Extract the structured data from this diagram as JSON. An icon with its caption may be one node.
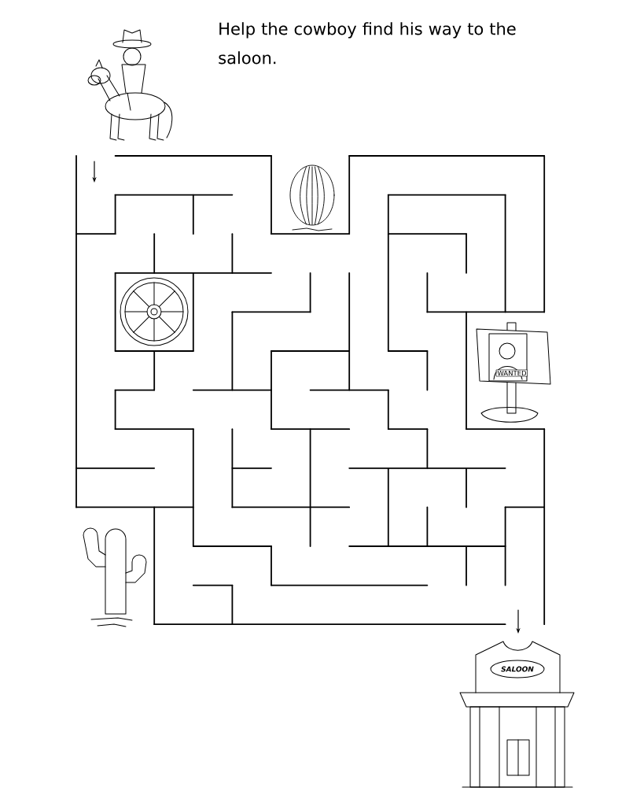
{
  "diagram": {
    "title": "Help the cowboy find his way to the saloon.",
    "labels": [
      "WANTED",
      "SALOON"
    ]
  }
}
